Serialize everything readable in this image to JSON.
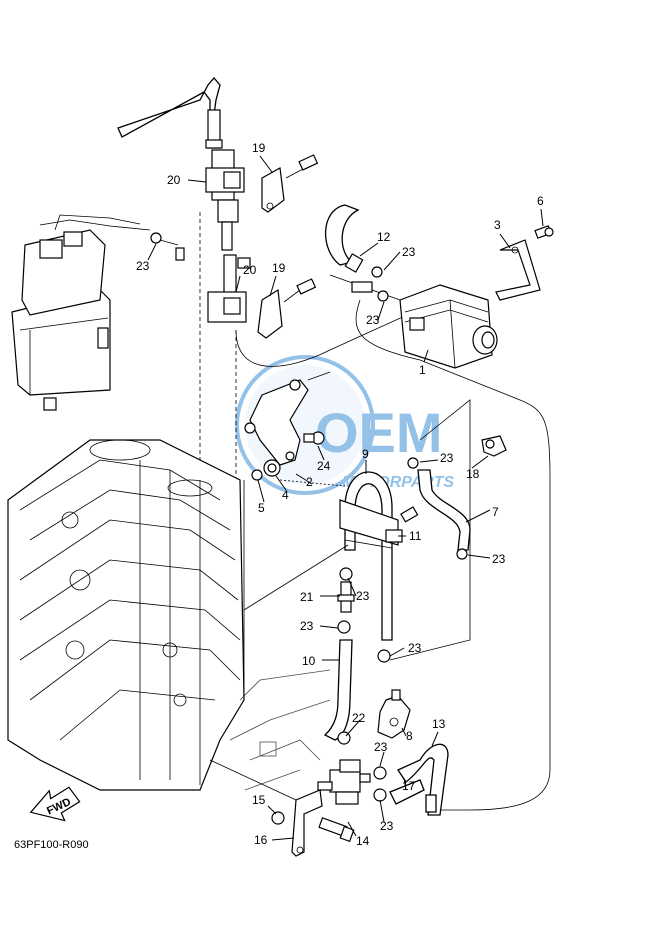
{
  "diagram": {
    "drawing_code": "63PF100-R090",
    "fwd_label": "FWD",
    "watermark": {
      "brand": "OEM",
      "sub": "MOTORPARTS",
      "color": "#3b8fd6"
    },
    "callouts": [
      {
        "id": "c1",
        "text": "1"
      },
      {
        "id": "c2",
        "text": "2"
      },
      {
        "id": "c3",
        "text": "3"
      },
      {
        "id": "c4",
        "text": "4"
      },
      {
        "id": "c5",
        "text": "5"
      },
      {
        "id": "c6",
        "text": "6"
      },
      {
        "id": "c7",
        "text": "7"
      },
      {
        "id": "c8",
        "text": "8"
      },
      {
        "id": "c9",
        "text": "9"
      },
      {
        "id": "c10",
        "text": "10"
      },
      {
        "id": "c11",
        "text": "11"
      },
      {
        "id": "c12",
        "text": "12"
      },
      {
        "id": "c13",
        "text": "13"
      },
      {
        "id": "c14",
        "text": "14"
      },
      {
        "id": "c15",
        "text": "15"
      },
      {
        "id": "c16",
        "text": "16"
      },
      {
        "id": "c17",
        "text": "17"
      },
      {
        "id": "c18",
        "text": "18"
      },
      {
        "id": "c19a",
        "text": "19"
      },
      {
        "id": "c19b",
        "text": "19"
      },
      {
        "id": "c20a",
        "text": "20"
      },
      {
        "id": "c20b",
        "text": "20"
      },
      {
        "id": "c21",
        "text": "21"
      },
      {
        "id": "c22",
        "text": "22"
      },
      {
        "id": "c23a",
        "text": "23"
      },
      {
        "id": "c23b",
        "text": "23"
      },
      {
        "id": "c23c",
        "text": "23"
      },
      {
        "id": "c23d",
        "text": "23"
      },
      {
        "id": "c23e",
        "text": "23"
      },
      {
        "id": "c23f",
        "text": "23"
      },
      {
        "id": "c23g",
        "text": "23"
      },
      {
        "id": "c23h",
        "text": "23"
      },
      {
        "id": "c23i",
        "text": "23"
      },
      {
        "id": "c23j",
        "text": "23"
      },
      {
        "id": "c24",
        "text": "24"
      }
    ]
  }
}
